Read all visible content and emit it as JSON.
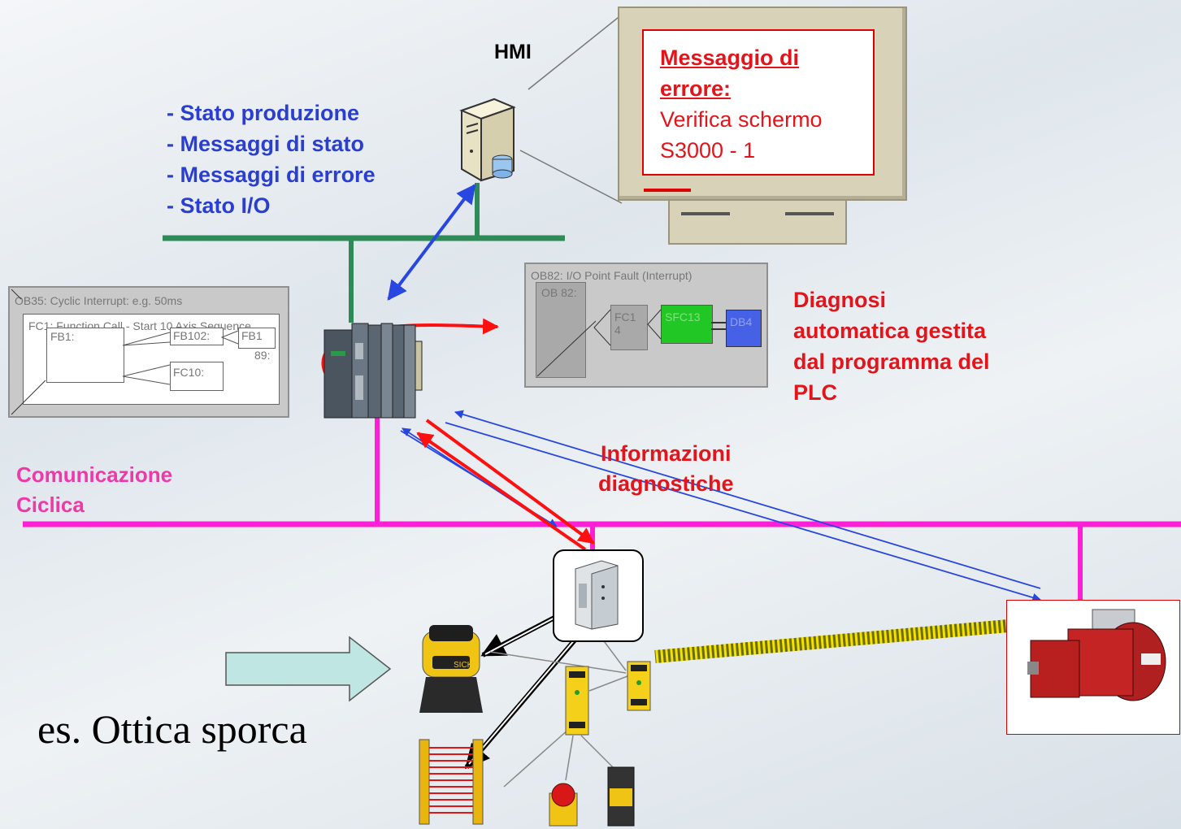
{
  "hmi_label": "HMI",
  "hmi_info_items": [
    "- Stato produzione",
    "- Messaggi di stato",
    "- Messaggi di errore",
    "- Stato I/O"
  ],
  "monitor": {
    "title_line1": "Messaggio di",
    "title_line2": "errore:",
    "line3": "Verifica schermo",
    "line4": "S3000 - 1"
  },
  "ob35": {
    "header": "OB35: Cyclic Interrupt: e.g. 50ms",
    "fc1": "FC1: Function Call - Start 10 Axis Sequence",
    "fb1": "FB1:",
    "fb102": "FB102:",
    "fb189_a": "FB1",
    "fb189_b": "89:",
    "fc10": "FC10:"
  },
  "ob82": {
    "header": "OB82: I/O Point Fault (Interrupt)",
    "ob": "OB 82:",
    "fc1a": "FC1",
    "fc1b": "4",
    "sfc": "SFC13",
    "db": "DB4"
  },
  "diagnosi_lines": [
    "Diagnosi",
    "automatica gestita",
    "dal programma del",
    "PLC"
  ],
  "info_diag_lines": [
    "Informazioni",
    "diagnostiche"
  ],
  "comunicazione_lines": [
    "Comunicazione",
    "Ciclica"
  ],
  "example_text": "es. Ottica sporca",
  "colors": {
    "green_bus": "#2e8b57",
    "magenta_bus": "#ff1fd6",
    "blue_text": "#2a3fd0",
    "red_text": "#e4141b",
    "arrow_blue": "#2846e0",
    "arrow_red": "#ff1010"
  }
}
